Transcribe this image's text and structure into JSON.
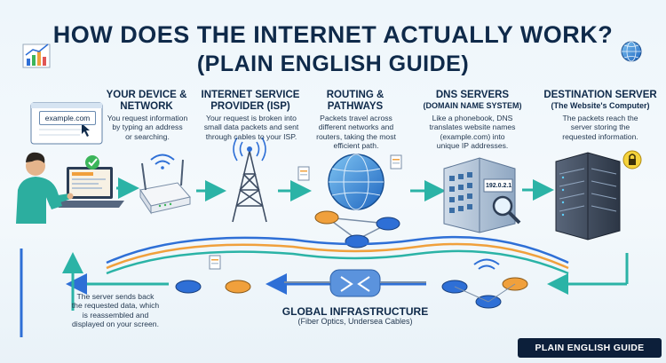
{
  "title": {
    "line1": "HOW DOES THE INTERNET ACTUALLY WORK?",
    "line2": "(PLAIN ENGLISH GUIDE)"
  },
  "steps": [
    {
      "heading1": "YOUR DEVICE",
      "heading2": "& NETWORK",
      "desc1": "You request information",
      "desc2": "by typing an address",
      "desc3": "or searching."
    },
    {
      "heading1": "INTERNET SERVICE",
      "heading2": "PROVIDER (ISP)",
      "desc1": "Your request is broken into",
      "desc2": "small data packets and sent",
      "desc3": "through cables to your ISP."
    },
    {
      "heading1": "ROUTING &",
      "heading2": "PATHWAYS",
      "desc1": "Packets travel across",
      "desc2": "different networks and",
      "desc3": "routers, taking the most",
      "desc4": "efficient path."
    },
    {
      "heading1": "DNS SERVERS",
      "heading2": "(DOMAIN NAME SYSTEM)",
      "desc1": "Like a phonebook, DNS",
      "desc2": "translates website names",
      "desc3": "(example.com) into",
      "desc4": "unique IP addresses."
    },
    {
      "heading1": "DESTINATION SERVER",
      "heading2": "(The Website's Computer)",
      "desc1": "The packets reach the",
      "desc2": "server storing the",
      "desc3": "requested information."
    }
  ],
  "return": {
    "line1": "The server sends back",
    "line2": "the requested data, which",
    "line3": "is reassembled and",
    "line4": "displayed on your screen."
  },
  "infrastructure": {
    "title": "GLOBAL INFRASTRUCTURE",
    "subtitle": "(Fiber Optics, Undersea Cables)"
  },
  "url_text": "example.com",
  "ip_text": "192.0.2.1",
  "badge": "PLAIN ENGLISH GUIDE",
  "colors": {
    "navy": "#0f2a4a",
    "teal_arrow": "#2bb3a6",
    "blue_arrow": "#2e6fd6",
    "packet_orange": "#f0a03c",
    "check_green": "#3cb55a"
  },
  "icons": [
    "bar-chart-icon",
    "globe-icon",
    "laptop-icon",
    "router-icon",
    "cell-tower-icon",
    "globe-network-icon",
    "dns-building-icon",
    "server-rack-icon",
    "lock-icon",
    "check-icon",
    "document-icon",
    "magnifier-icon",
    "wifi-icon"
  ]
}
